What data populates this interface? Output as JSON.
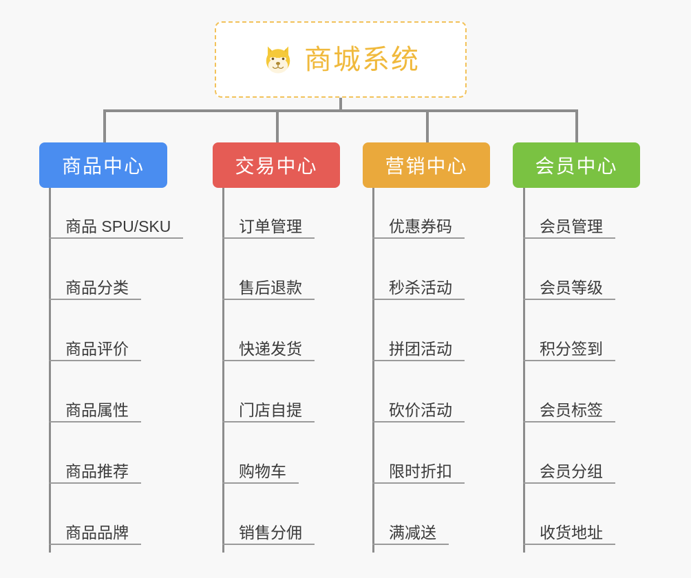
{
  "canvas": {
    "background": "#f8f8f8",
    "line_color": "#8c8c8c",
    "leaf_underline_color": "#9a9a9a",
    "leaf_text_color": "#3a3a3a"
  },
  "root": {
    "title": "商城系统",
    "icon": "dog-face-emoji",
    "icon_glyph": "🐕",
    "text_color": "#f0b93c",
    "border_color": "#f2c25a",
    "background": "#ffffff"
  },
  "branches": [
    {
      "title": "商品中心",
      "color": "#4a8df0",
      "leaves": [
        "商品 SPU/SKU",
        "商品分类",
        "商品评价",
        "商品属性",
        "商品推荐",
        "商品品牌"
      ]
    },
    {
      "title": "交易中心",
      "color": "#e55c55",
      "leaves": [
        "订单管理",
        "售后退款",
        "快递发货",
        "门店自提",
        "购物车",
        "销售分佣"
      ]
    },
    {
      "title": "营销中心",
      "color": "#eaa93c",
      "leaves": [
        "优惠券码",
        "秒杀活动",
        "拼团活动",
        "砍价活动",
        "限时折扣",
        "满减送"
      ]
    },
    {
      "title": "会员中心",
      "color": "#7ac242",
      "leaves": [
        "会员管理",
        "会员等级",
        "积分签到",
        "会员标签",
        "会员分组",
        "收货地址"
      ]
    }
  ]
}
